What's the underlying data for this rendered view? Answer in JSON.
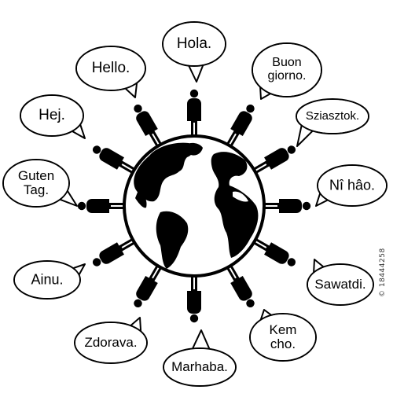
{
  "greetings": [
    "Hola.",
    "Buon giorno.",
    "Sziasztok.",
    "Nî hâo.",
    "Sawatdi.",
    "Kem cho.",
    "Marhaba.",
    "Zdorava.",
    "Ainu.",
    "Guten Tag.",
    "Hej.",
    "Hello."
  ],
  "greeting_lines": {
    "buon_1": "Buon",
    "buon_2": "giorno.",
    "guten_1": "Guten",
    "guten_2": "Tag.",
    "kem_1": "Kem",
    "kem_2": "cho."
  },
  "side_id": "© 18444258",
  "colors": {
    "ink": "#000000",
    "paper": "#ffffff"
  }
}
